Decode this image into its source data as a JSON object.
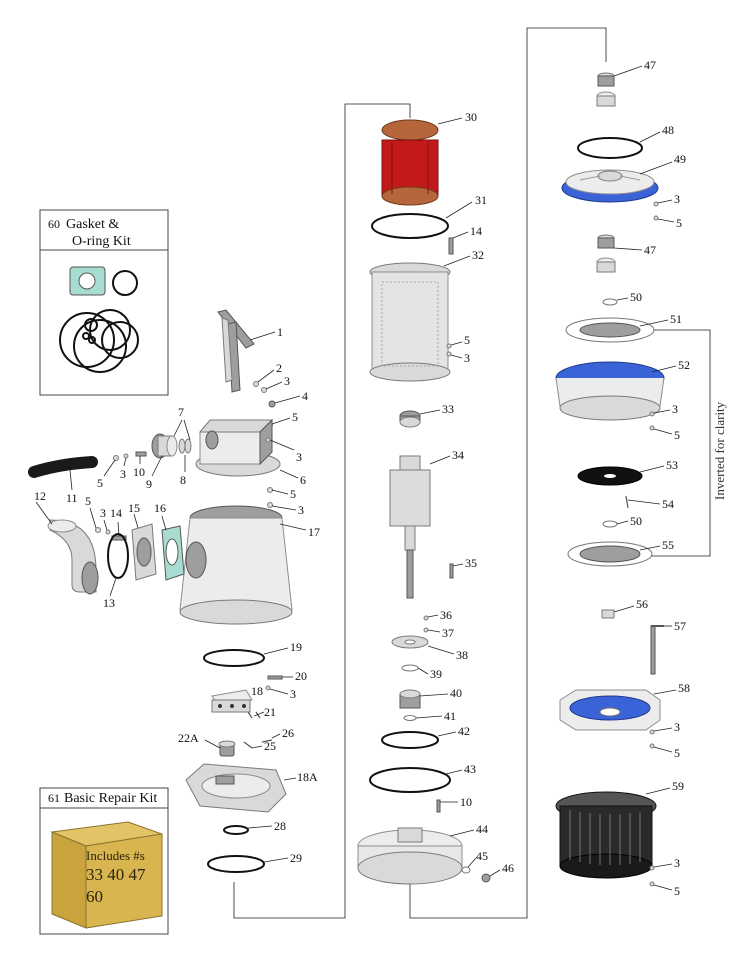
{
  "gasket_kit": {
    "number": "60",
    "title_line1": "Gasket &",
    "title_line2": "O-ring Kit"
  },
  "repair_kit": {
    "number": "61",
    "title": "Basic Repair Kit",
    "box_line1": "Includes #s",
    "box_line2": "33  40  47",
    "box_line3": "60"
  },
  "side_note": "Inverted for clarity",
  "callouts": {
    "c1": "1",
    "c2": "2",
    "c3a": "3",
    "c4": "4",
    "c5a": "5",
    "c7": "7",
    "c3b": "3",
    "c5b": "5",
    "c3c": "3",
    "c10a": "10",
    "c9": "9",
    "c8": "8",
    "c6": "6",
    "c5c": "5",
    "c11": "11",
    "c3d": "3",
    "c17": "17",
    "c12": "12",
    "c5d": "5",
    "c3e": "3",
    "c14a": "14",
    "c15": "15",
    "c16": "16",
    "c13": "13",
    "c19": "19",
    "c20": "20",
    "c18": "18",
    "c3f": "3",
    "c21": "21",
    "c22A": "22A",
    "c26": "26",
    "c25": "25",
    "c18A": "18A",
    "c28": "28",
    "c29": "29",
    "c30": "30",
    "c31": "31",
    "c14b": "14",
    "c32": "32",
    "c5e": "5",
    "c3g": "3",
    "c33": "33",
    "c34": "34",
    "c35": "35",
    "c36": "36",
    "c37": "37",
    "c38": "38",
    "c39": "39",
    "c40": "40",
    "c41": "41",
    "c42": "42",
    "c43": "43",
    "c10b": "10",
    "c44": "44",
    "c45": "45",
    "c46": "46",
    "c47a": "47",
    "c48": "48",
    "c49": "49",
    "c3h": "3",
    "c5f": "5",
    "c47b": "47",
    "c50a": "50",
    "c51": "51",
    "c52": "52",
    "c3i": "3",
    "c5g": "5",
    "c53": "53",
    "c54": "54",
    "c50b": "50",
    "c55": "55",
    "c56": "56",
    "c57": "57",
    "c58": "58",
    "c3j": "3",
    "c5h": "5",
    "c59": "59",
    "c3k": "3",
    "c5i": "5"
  },
  "colors": {
    "impeller_blue": "#3b63d8",
    "copper": "#b5663a",
    "stator_red": "#c21a1a",
    "cardboard": "#d2b04a",
    "strainer": "#2a2a2a"
  }
}
